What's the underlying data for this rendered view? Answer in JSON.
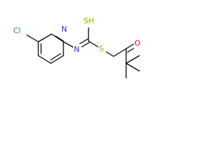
{
  "structure": {
    "atoms": {
      "chlorine": {
        "text": "Cl",
        "color": "#1f9e1f"
      },
      "pyridine_nitrogen": {
        "text": "N",
        "color": "#2a2ad6"
      },
      "imine_nitrogen": {
        "text": "N",
        "color": "#2a2ad6"
      },
      "thiol_sulfur": {
        "text": "SH",
        "color": "#a8a800"
      },
      "thioester_sulfur": {
        "text": "S",
        "color": "#a8a800"
      },
      "ketone_oxygen": {
        "text": "O",
        "color": "#e01010"
      }
    }
  }
}
